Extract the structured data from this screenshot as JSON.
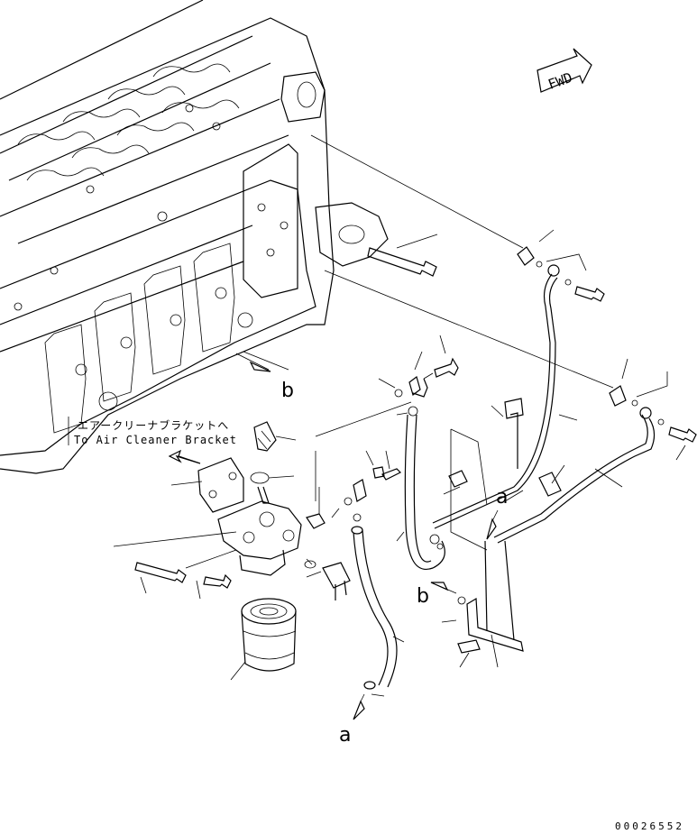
{
  "direction_marker": {
    "label": "FWD"
  },
  "callout_letters": {
    "a": "a",
    "b": "b"
  },
  "note": {
    "japanese": "エアークリーナブラケットへ",
    "english": "To Air Cleaner Bracket"
  },
  "document_number": "00026552"
}
